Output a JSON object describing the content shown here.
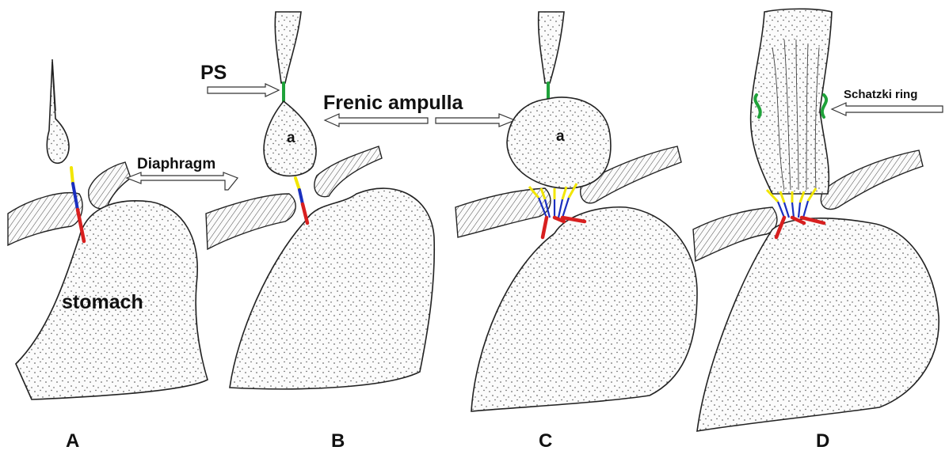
{
  "panels": [
    {
      "letter": "A"
    },
    {
      "letter": "B"
    },
    {
      "letter": "C"
    },
    {
      "letter": "D"
    }
  ],
  "labels": {
    "stomach": "stomach",
    "diaphragm": "Diaphragm",
    "ps": "PS",
    "frenic_ampulla": "Frenic ampulla",
    "ampulla_marker": "a",
    "schatzki_ring": "Schatzki ring"
  },
  "colors": {
    "yellow_segment": "#f2e600",
    "blue_segment": "#1a2fbf",
    "red_segment": "#d81f1f",
    "green_segment": "#1fa23a"
  }
}
